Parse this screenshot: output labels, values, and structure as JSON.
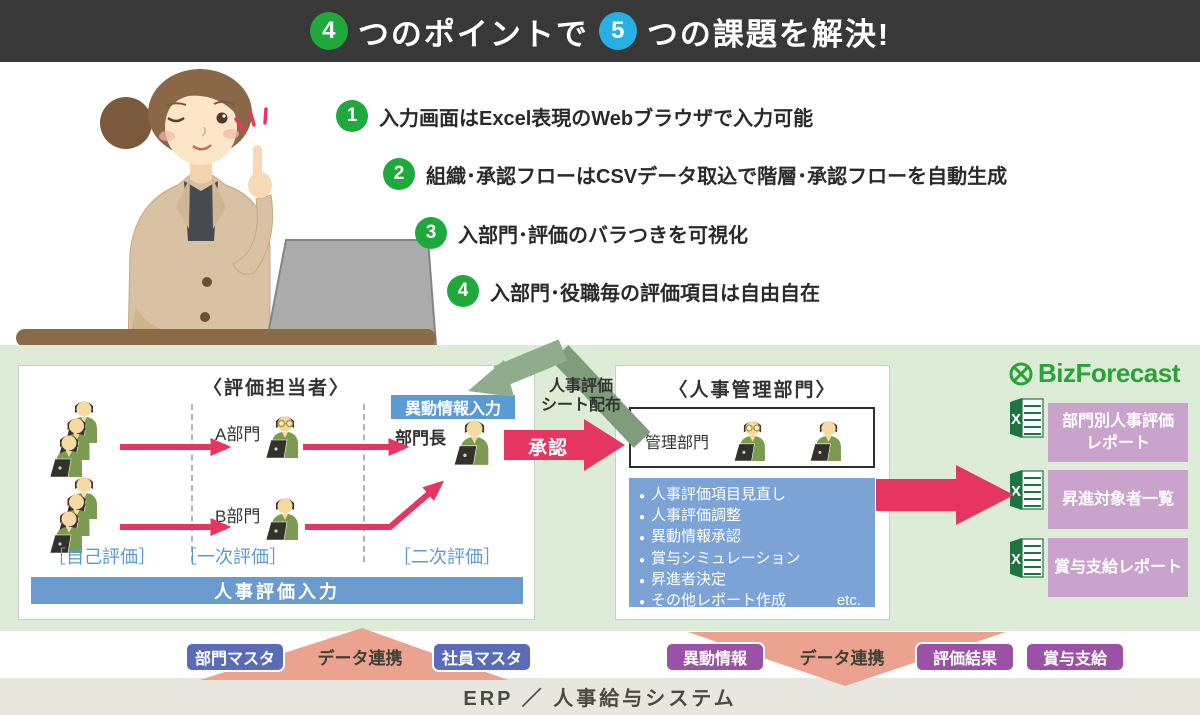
{
  "colors": {
    "accent_green": "#1fa83c",
    "accent_blue": "#29b0e3",
    "crimson_arrow": "#e73562",
    "sage_arrow": "#8fac8c",
    "salmon_arrow": "#eba28e",
    "panel_green": "#ddecd6",
    "brand_green": "#2ba13a",
    "excel_green": "#1f7244",
    "report_mauve": "#c9a3cc",
    "export_purple": "#9b51a5",
    "master_blue": "#5a6cb8",
    "label_blue": "#5b9bd5"
  },
  "banner": {
    "badge1": "4",
    "text1": "つのポイントで",
    "badge2": "5",
    "text2": "つの課題を解決!"
  },
  "points": [
    {
      "num": "1",
      "text": "入力画面はExcel表現のWebブラウザで入力可能"
    },
    {
      "num": "2",
      "text": "組織･承認フローはCSVデータ取込で階層･承認フローを自動生成"
    },
    {
      "num": "3",
      "text": "入部門･評価のバラつきを可視化"
    },
    {
      "num": "4",
      "text": "入部門･役職毎の評価項目は自由自在"
    }
  ],
  "evaluators_box": {
    "title": "〈評価担当者〉",
    "transfer_label": "異動情報入力",
    "dept_head": "部門長",
    "dept_a": "A部門",
    "dept_b": "B部門",
    "stage_self": "［自己評価］",
    "stage_first": "［一次評価］",
    "stage_second": "［二次評価］",
    "input_bar": "人事評価入力"
  },
  "flow": {
    "sheet_distribution_line1": "人事評価",
    "sheet_distribution_line2": "シート配布",
    "approval": "承認"
  },
  "hr_box": {
    "title": "〈人事管理部門〉",
    "admin_label": "管理部門",
    "tasks": [
      "人事評価項目見直し",
      "人事評価調整",
      "異動情報承認",
      "賞与シミュレーション",
      "昇進者決定",
      "その他レポート作成"
    ],
    "etc": "etc."
  },
  "outputs": {
    "brand": "BizForecast",
    "reports": [
      "部門別人事評価レポート",
      "昇進対象者一覧",
      "賞与支給レポート"
    ]
  },
  "integration": {
    "left_label": "データ連携",
    "right_label": "データ連携",
    "masters": [
      "部門マスタ",
      "社員マスタ"
    ],
    "exports": [
      "異動情報",
      "評価結果",
      "賞与支給"
    ],
    "erp_bar": "ERP ／ 人事給与システム"
  }
}
